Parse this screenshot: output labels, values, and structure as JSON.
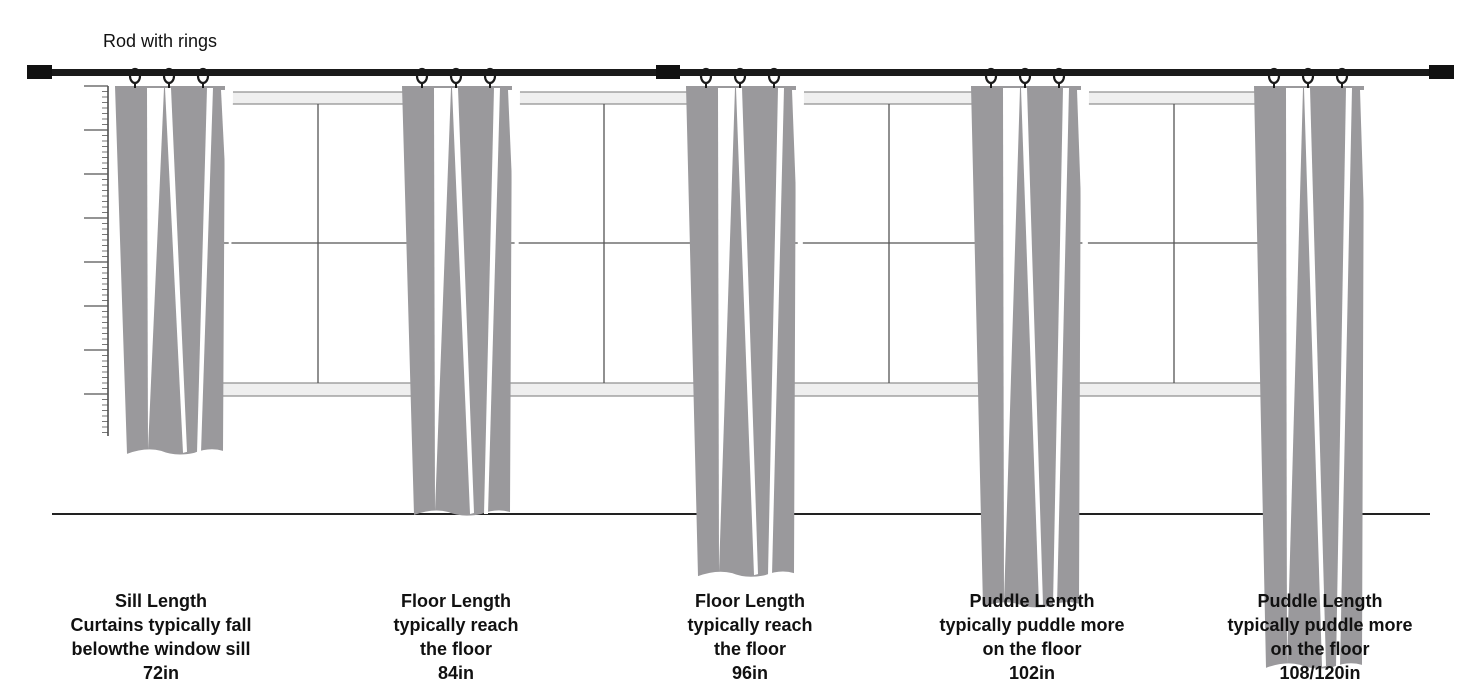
{
  "rod_label": "Rod with rings",
  "colors": {
    "curtain": "#9a999c",
    "rod": "#1a1a1a",
    "line": "#2a2a2a",
    "sill": "#d7d7d7"
  },
  "curtains": [
    {
      "name": "sill",
      "length_in": 72,
      "lines": [
        "Sill Length",
        "Curtains typically fall",
        "belowthe window sill",
        "72in"
      ]
    },
    {
      "name": "floor-84",
      "length_in": 84,
      "lines": [
        "Floor Length",
        "typically reach",
        "the floor",
        "84in"
      ]
    },
    {
      "name": "floor-96",
      "length_in": 96,
      "lines": [
        "Floor Length",
        "typically reach",
        "the floor",
        "96in"
      ]
    },
    {
      "name": "puddle-102",
      "length_in": 102,
      "lines": [
        "Puddle Length",
        "typically puddle more",
        "on the floor",
        "102in"
      ]
    },
    {
      "name": "puddle-108-120",
      "length_in": 114,
      "lines": [
        "Puddle Length",
        "typically puddle more",
        "on the floor",
        "108/120in"
      ]
    }
  ]
}
